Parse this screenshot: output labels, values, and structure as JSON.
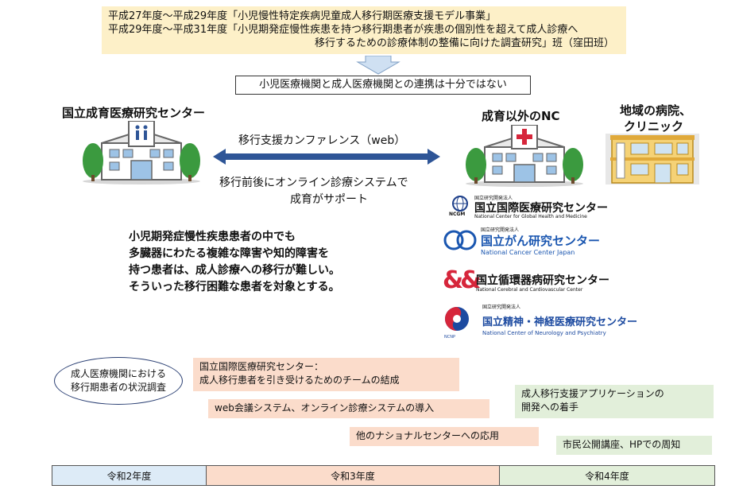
{
  "top_box": {
    "line1": "平成27年度～平成29年度「小児慢性特定疾病児童成人移行期医療支援モデル事業」",
    "line2": "平成29年度～平成31年度「小児期発症慢性疾患を持つ移行期患者が疾患の個別性を超えて成人診療へ",
    "line3": "移行するための診療体制の整備に向けた調査研究」班（窪田班）"
  },
  "status_text": "小児医療機関と成人医療機関との連携は十分ではない",
  "left_hospital_title": "国立成育医療研究センター",
  "right_hospital_title": "成育以外のNC",
  "local_clinic_title_line1": "地域の病院、",
  "local_clinic_title_line2": "クリニック",
  "conference_label": "移行支援カンファレンス（web）",
  "online_support_line1": "移行前後にオンライン診療システムで",
  "online_support_line2": "成育がサポート",
  "target_description": [
    "小児期発症慢性疾患患者の中でも",
    "多臓器にわたる複雑な障害や知的障害を",
    "持つ患者は、成人診療への移行が難しい。",
    "そういった移行困難な患者を対象とする。"
  ],
  "logos": [
    {
      "small": "国立研究開発法人",
      "jp": "国立国際医療研究センター",
      "en": "National Center for Global Health and Medicine",
      "mark": "NCGM",
      "color": "#1d3f8a"
    },
    {
      "small": "国立研究開発法人",
      "jp": "国立がん研究センター",
      "en": "National Cancer Center Japan",
      "mark": "",
      "color": "#1a56b0"
    },
    {
      "small": "",
      "jp": "国立循環器病研究センター",
      "en": "National Cerebral and Cardiovascular Center",
      "mark": "",
      "color": "#d6263b"
    },
    {
      "small": "国立研究開発法人",
      "jp": "国立精神・神経医療研究センター",
      "en": "National Center of Neurology and Psychiatry",
      "mark": "NCNP",
      "color": "#1c4aa0"
    }
  ],
  "survey_label_line1": "成人医療機関における",
  "survey_label_line2": "移行期患者の状況調査",
  "plan": {
    "ncgm_line1": "国立国際医療研究センター：",
    "ncgm_line2": "成人移行患者を引き受けるためのチームの結成",
    "web_system": "web会議システム、オンライン診療システムの導入",
    "other_nc": "他のナショナルセンターへの応用",
    "app_line1": "成人移行支援アプリケーションの",
    "app_line2": "開発への着手",
    "public": "市民公開講座、HPでの周知"
  },
  "timeline": [
    "令和2年度",
    "令和3年度",
    "令和4年度"
  ],
  "colors": {
    "top_box": "#fdf0c8",
    "timeline_r2": "#ddebf7",
    "timeline_r3": "#fbdccb",
    "timeline_r4": "#e2efda",
    "arrow": "#2e5597",
    "tree": "#3b9a3f"
  }
}
